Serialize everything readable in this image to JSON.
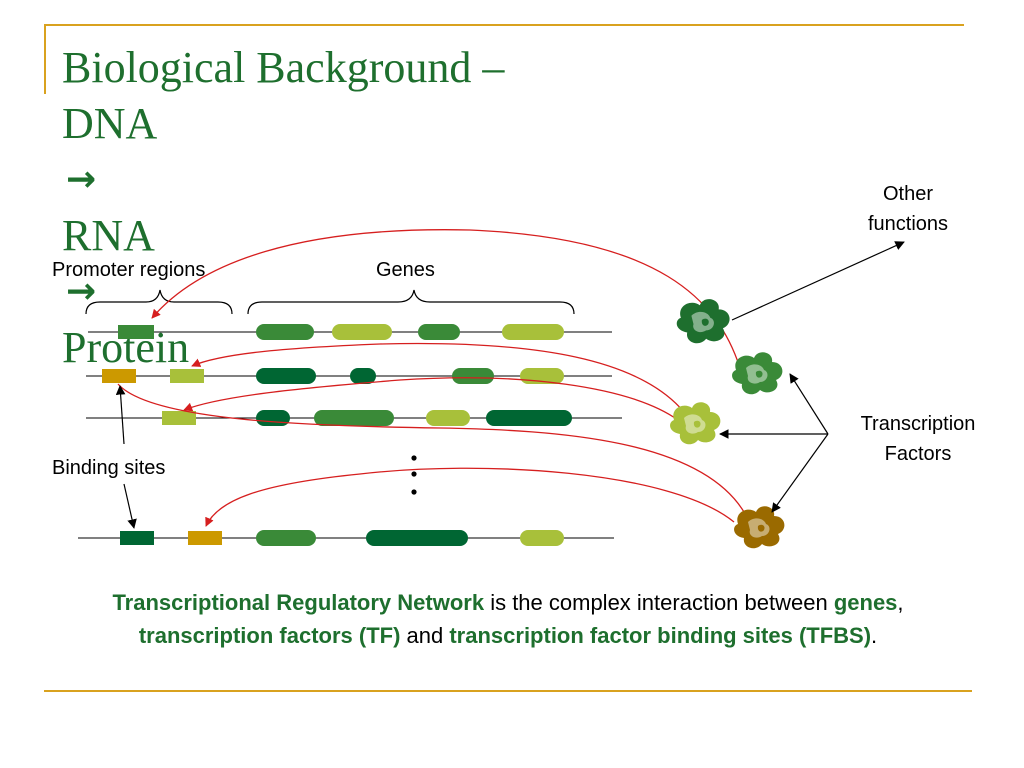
{
  "slide": {
    "title_line1": "Biological Background –",
    "title_line2_a": "DNA",
    "title_line2_b": "RNA",
    "title_line2_c": "Protein",
    "arrow_glyph": "→"
  },
  "labels": {
    "promoter_regions": "Promoter regions",
    "genes": "Genes",
    "binding_sites": "Binding sites",
    "other_functions_1": "Other",
    "other_functions_2": "functions",
    "transcription_factors_1": "Transcription",
    "transcription_factors_2": "Factors"
  },
  "caption": {
    "t1": "Transcriptional Regulatory Network",
    "t2": " is the complex interaction between ",
    "t3": "genes",
    "t4": ", ",
    "t5": "transcription factors (TF)",
    "t6": " and ",
    "t7": "transcription factor binding sites (TFBS)",
    "t8": "."
  },
  "colors": {
    "accent": "#d9a21f",
    "title_green": "#1e6f2e",
    "dark_green": "#006633",
    "medium_green": "#3a8a38",
    "light_green": "#a8c03a",
    "mustard": "#cc9900",
    "brown": "#9a6a00",
    "link_red": "#d61f1f"
  }
}
